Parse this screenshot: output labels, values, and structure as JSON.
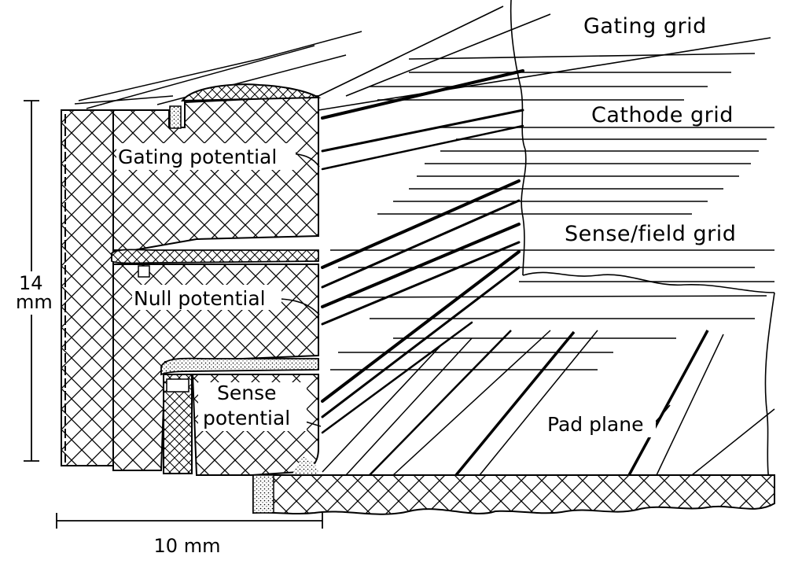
{
  "labels": {
    "gating_grid": "Gating grid",
    "cathode_grid": "Cathode grid",
    "sense_field_grid": "Sense/field grid",
    "gating_potential": "Gating potential",
    "null_potential": "Null potential",
    "sense_potential_line1": "Sense",
    "sense_potential_line2": "potential",
    "pad_plane": "Pad plane"
  },
  "dimensions": {
    "height_value": "14",
    "height_unit": "mm",
    "width_label": "10 mm"
  }
}
